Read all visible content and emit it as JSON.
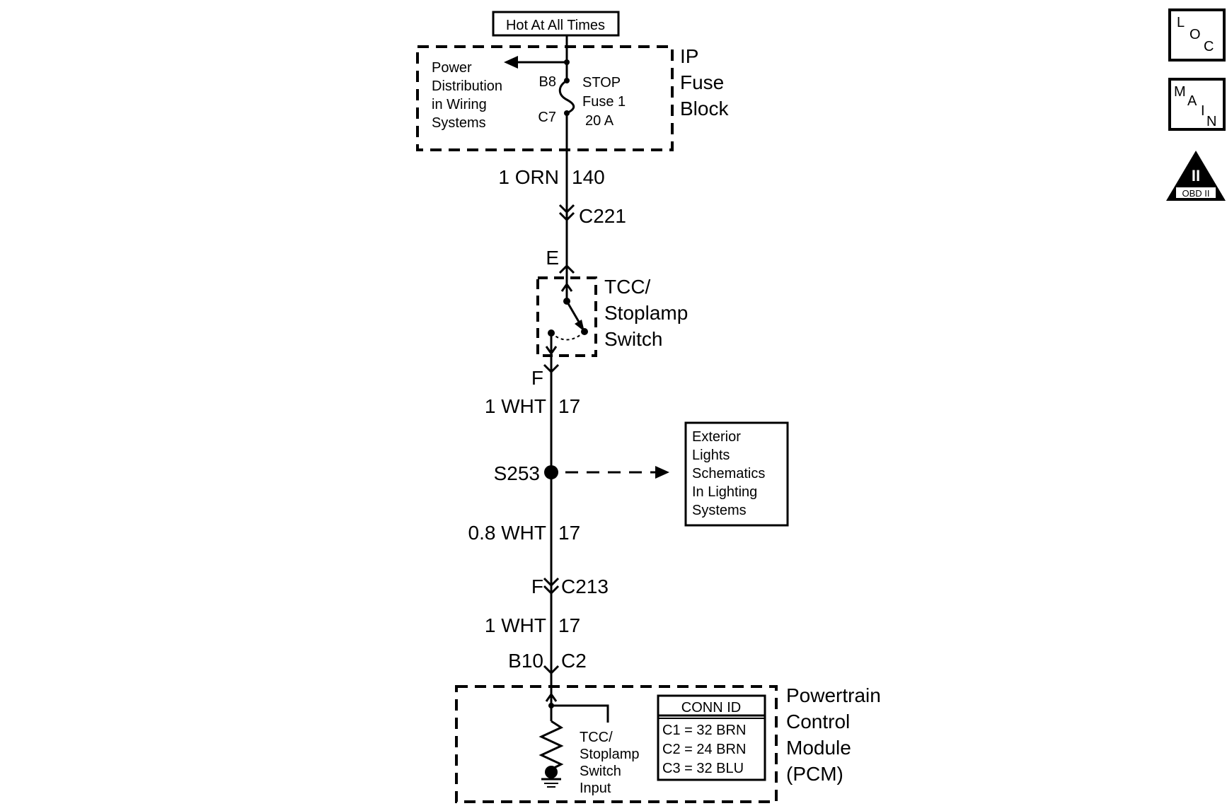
{
  "header_box": "Hot At All Times",
  "ip_fuse_block": {
    "title_lines": [
      "IP",
      "Fuse",
      "Block"
    ],
    "power_dist_lines": [
      "Power",
      "Distribution",
      "in Wiring",
      "Systems"
    ],
    "pin_in": "B8",
    "pin_out": "C7",
    "fuse_lines": [
      "STOP",
      "Fuse 1",
      "20 A"
    ]
  },
  "wires": {
    "w1_size_color": "1 ORN",
    "w1_circuit": "140",
    "w2_size_color": "1 WHT",
    "w2_circuit": "17",
    "w3_size_color": "0.8 WHT",
    "w3_circuit": "17",
    "w4_size_color": "1 WHT",
    "w4_circuit": "17"
  },
  "connectors": {
    "c221": "C221",
    "switch_pin_in": "E",
    "switch_pin_out": "F",
    "c213_pin": "F",
    "c213": "C213",
    "pcm_pin": "B10",
    "pcm_conn": "C2"
  },
  "switch": {
    "title_lines": [
      "TCC/",
      "Stoplamp",
      "Switch"
    ]
  },
  "splice": {
    "label": "S253"
  },
  "exterior_lights_box": {
    "lines": [
      "Exterior",
      "Lights",
      "Schematics",
      "In Lighting",
      "Systems"
    ]
  },
  "pcm": {
    "title_lines": [
      "Powertrain",
      "Control",
      "Module",
      "(PCM)"
    ],
    "input_lines": [
      "TCC/",
      "Stoplamp",
      "Switch",
      "Input"
    ],
    "conn_id_header": "CONN ID",
    "conn_id_rows": [
      "C1 = 32 BRN",
      "C2 = 24 BRN",
      "C3 = 32 BLU"
    ]
  },
  "side_icons": {
    "loc": [
      "L",
      "O",
      "C"
    ],
    "main": [
      "M",
      "A",
      "I",
      "N"
    ],
    "obd_numeral": "II",
    "obd_label": "OBD II"
  }
}
